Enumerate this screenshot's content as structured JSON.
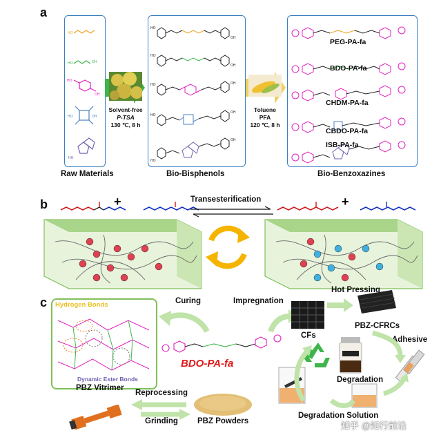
{
  "panel_a": {
    "letter": "a",
    "raw_materials": {
      "title": "Raw Materials"
    },
    "step1": {
      "line1": "Solvent-free",
      "line2": "P-TSA",
      "line3": "130 ℃,  8 h"
    },
    "bisphenols": {
      "title": "Bio-Bisphenols"
    },
    "step2": {
      "line1": "Toluene",
      "line2": "PFA",
      "line3": "120 ℃, 8 h"
    },
    "benzoxazines": {
      "title": "Bio-Benzoxazines",
      "products": [
        "PEG-PA-fa",
        "BDO-PA-fa",
        "CHDM-PA-fa",
        "CBDO-PA-fa",
        "ISB-PA-fa"
      ]
    }
  },
  "panel_b": {
    "letter": "b",
    "transesterification": "Transesterification",
    "plus1": "+",
    "plus2": "+"
  },
  "panel_c": {
    "letter": "c",
    "hydrogen_bonds": "Hydrogen Bonds",
    "dynamic_ester_bonds": "Dynamic Ester Bonds",
    "vitrimer": "PBZ Vitrimer",
    "curing": "Curing",
    "impregnation": "Impregnation",
    "hot_pressing": "Hot Pressing",
    "cfs": "CFs",
    "cfrc": "PBZ-CFRCs",
    "adhesive": "Adhesive",
    "degradation": "Degradation",
    "degradation_solution": "Degradation Solution",
    "monomer": "BDO-PA-fa",
    "reprocessing": "Reprocessing",
    "grinding": "Grinding",
    "powders": "PBZ Powders"
  },
  "watermark": "知乎 @知行前沿",
  "colors": {
    "box_border": "#3a7fc0",
    "orange_chain": "#f0a020",
    "green_chain": "#3db54a",
    "magenta_ring": "#e020c0",
    "blue_linker": "#4a80c0",
    "purple_ring": "#7060b0",
    "red_chain": "#d01818",
    "blue_chain": "#1030c0",
    "cycle_arrow": "#f5b400",
    "panel_green": "#7fbf5a",
    "monomer_red": "#e01818"
  }
}
